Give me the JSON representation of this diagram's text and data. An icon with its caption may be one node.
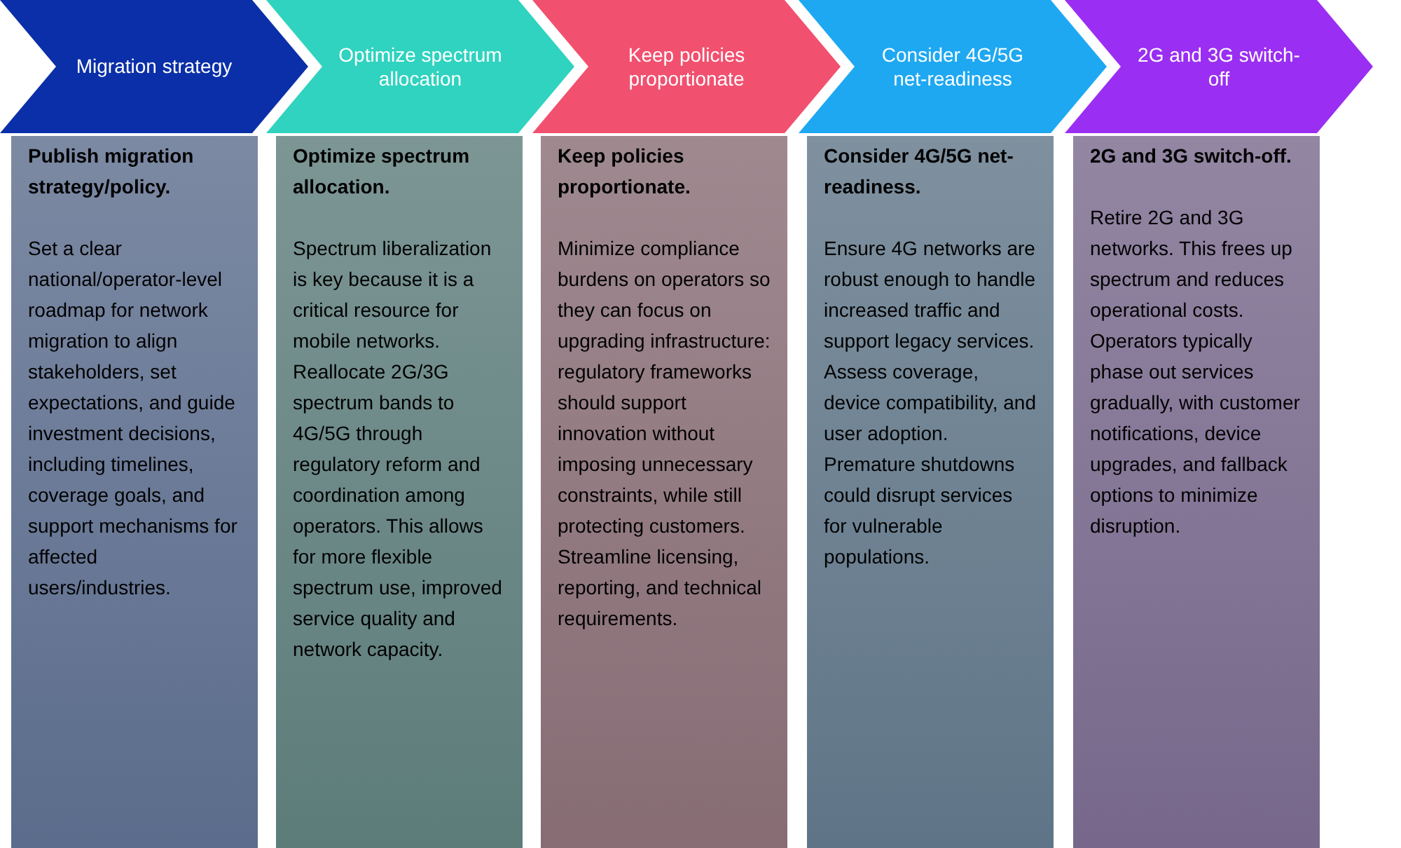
{
  "diagram": {
    "nodes": [
      {
        "text": [
          "Migration strategy"
        ]
      },
      {
        "text": [
          "Optimize spectrum allocation"
        ]
      },
      {
        "text": [
          "Keep policies proportionate"
        ]
      },
      {
        "text": [
          "Consider 4G/5G net-readiness"
        ]
      },
      {
        "text": [
          "2G and 3G switch-off"
        ]
      },
      {
        "text": [
          "Publish migration strategy/policy.",
          "Set a clear national/operator-level roadmap for network migration to align stakeholders, set expectations, and guide investment decisions, including timelines, coverage goals, and support mechanisms for affected users/industries."
        ]
      },
      {
        "text": [
          "Optimize spectrum allocation.",
          "Spectrum liberalization is key because it is a critical resource for mobile networks. Reallocate 2G/3G spectrum bands to 4G/5G through regulatory reform and coordination among operators. This allows for more flexible spectrum use, improved service quality and network capacity."
        ]
      },
      {
        "text": [
          "Keep policies proportionate.",
          "Minimize compliance burdens on operators so they can focus on upgrading infrastructure: regulatory frameworks should support innovation without imposing unnecessary constraints, while still protecting customers. Streamline licensing, reporting, and technical requirements."
        ]
      },
      {
        "text": [
          "Consider 4G/5G net-readiness.",
          "Ensure 4G networks are robust enough to handle increased traffic and support legacy services. Assess coverage, device compatibility, and user adoption. Premature shutdowns could disrupt services for vulnerable populations."
        ]
      },
      {
        "text": [
          "2G and 3G switch-off.",
          "Retire 2G and 3G networks. This frees up spectrum and reduces operational costs. Operators typically phase out services gradually, with customer notifications, device upgrades, and fallback options to minimize disruption."
        ]
      }
    ]
  }
}
